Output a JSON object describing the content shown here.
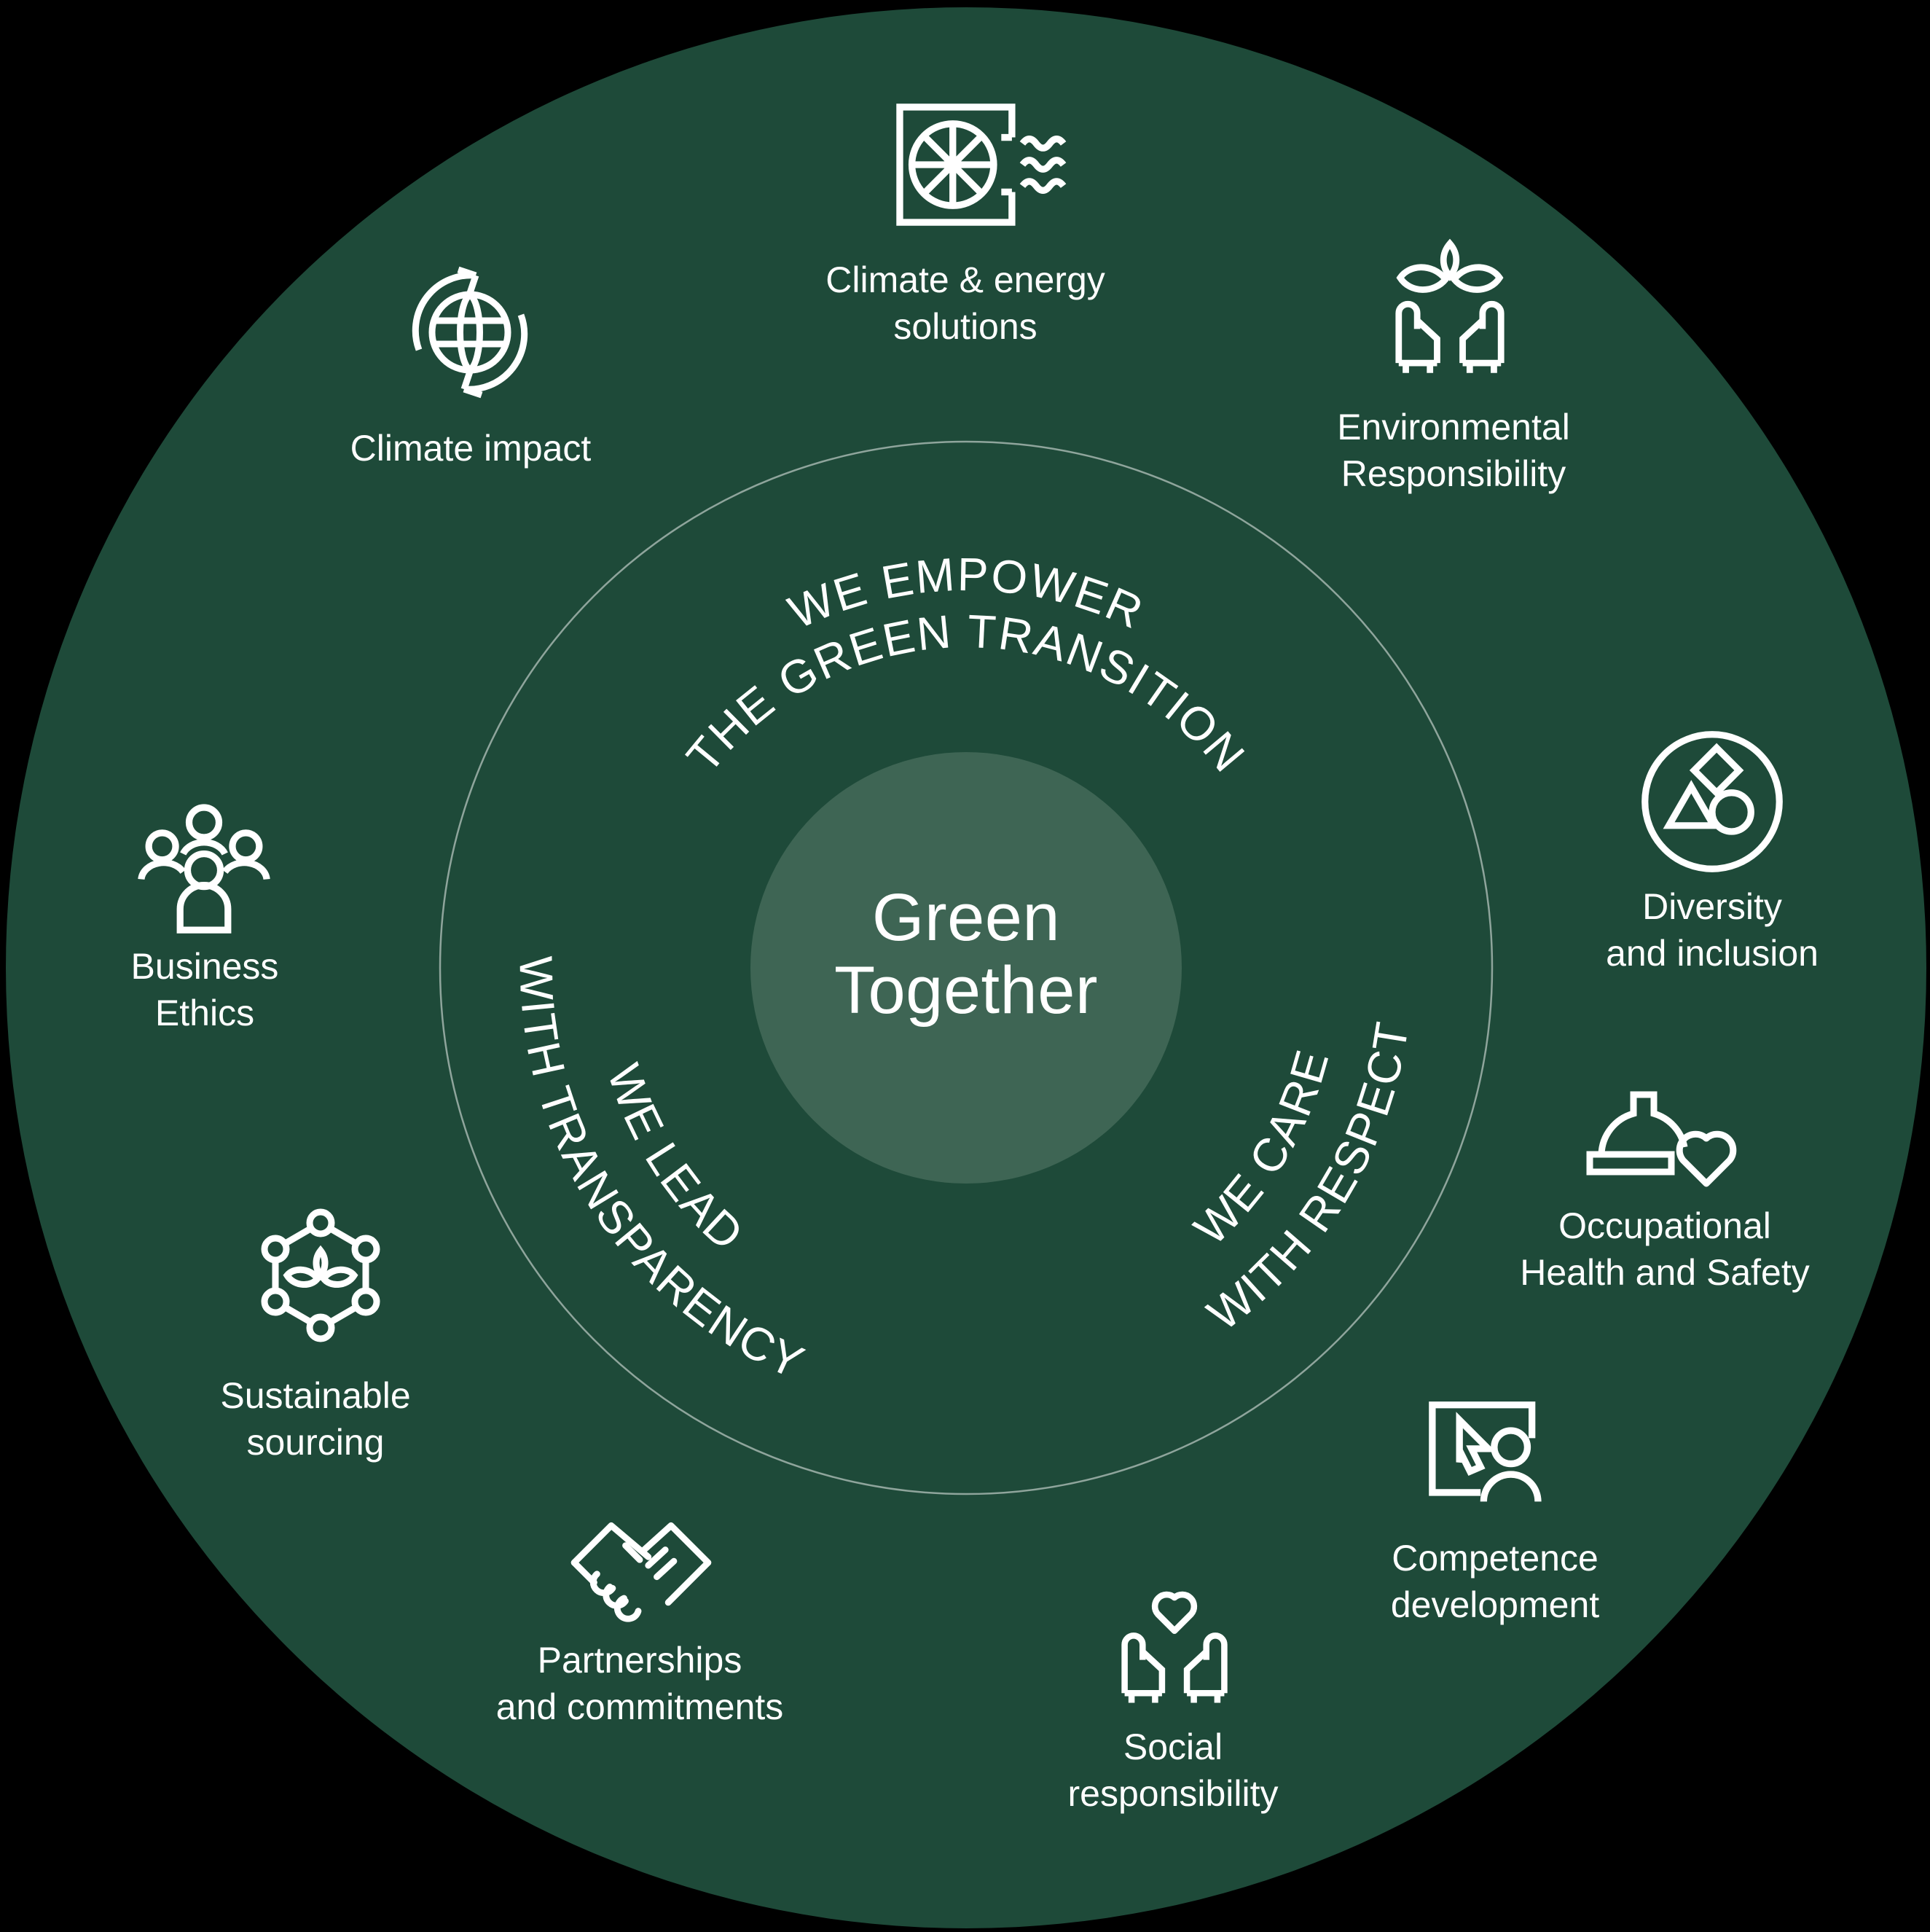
{
  "center": {
    "line1": "Green",
    "line2": "Together"
  },
  "values": {
    "empower": {
      "line1": "WE EMPOWER",
      "line2": "THE GREEN TRANSITION"
    },
    "care": {
      "line1": "WE CARE",
      "line2": "WITH RESPECT"
    },
    "lead": {
      "line1": "WE LEAD",
      "line2": "WITH TRANSPARENCY"
    }
  },
  "items": [
    {
      "id": "climate-energy-solutions",
      "icon": "fan-airflow-icon",
      "lines": [
        "Climate & energy",
        "solutions"
      ]
    },
    {
      "id": "environmental-responsibility",
      "icon": "hands-plant-icon",
      "lines": [
        "Environmental",
        "Responsibility"
      ]
    },
    {
      "id": "diversity-and-inclusion",
      "icon": "shapes-circle-icon",
      "lines": [
        "Diversity",
        "and inclusion"
      ]
    },
    {
      "id": "occupational-health-safety",
      "icon": "hardhat-heart-icon",
      "lines": [
        "Occupational",
        "Health and Safety"
      ]
    },
    {
      "id": "competence-development",
      "icon": "screen-cursor-person-icon",
      "lines": [
        "Competence",
        "development"
      ]
    },
    {
      "id": "social-responsibility",
      "icon": "hands-heart-icon",
      "lines": [
        "Social",
        "responsibility"
      ]
    },
    {
      "id": "partnerships-commitments",
      "icon": "handshake-icon",
      "lines": [
        "Partnerships",
        "and commitments"
      ]
    },
    {
      "id": "sustainable-sourcing",
      "icon": "plant-network-icon",
      "lines": [
        "Sustainable",
        "sourcing"
      ]
    },
    {
      "id": "business-ethics",
      "icon": "people-group-icon",
      "lines": [
        "Business",
        "Ethics"
      ]
    },
    {
      "id": "climate-impact",
      "icon": "globe-arrows-icon",
      "lines": [
        "Climate impact"
      ]
    }
  ],
  "colors": {
    "outside_bg": "#000000",
    "circle_bg": "#1e4a39",
    "center_circle": "#3e6554",
    "text": "#ffffff",
    "ring": "rgba(255,255,255,0.5)"
  }
}
